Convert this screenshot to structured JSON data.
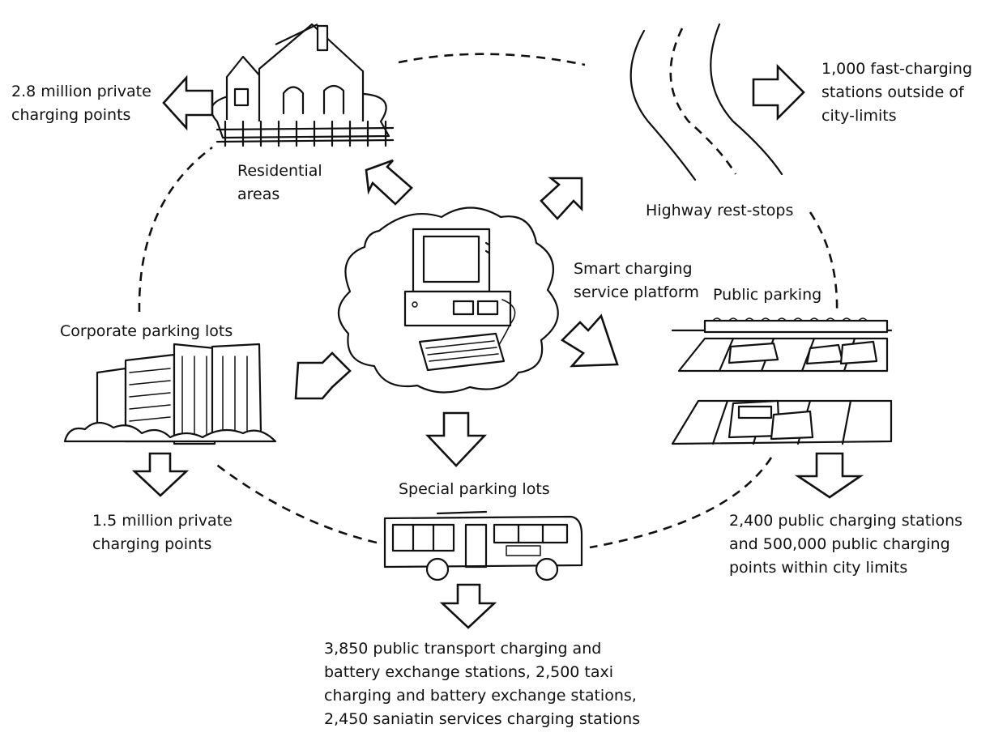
{
  "hub": {
    "label_lines": [
      "Smart charging",
      "service platform"
    ]
  },
  "locations": {
    "residential": {
      "label_lines": [
        "Residential",
        "areas"
      ],
      "stat_lines": [
        "2.8 million private",
        "charging points"
      ]
    },
    "highway": {
      "label_lines": [
        "Highway rest-stops"
      ],
      "stat_lines": [
        "1,000 fast-charging",
        "stations outside of",
        "city-limits"
      ]
    },
    "public_parking": {
      "label_lines": [
        "Public parking"
      ],
      "stat_lines": [
        "2,400 public charging stations",
        "and 500,000 public charging",
        "points within city limits"
      ]
    },
    "special_parking": {
      "label_lines": [
        "Special parking lots"
      ],
      "stat_lines": [
        "3,850 public transport charging and",
        "battery exchange stations, 2,500 taxi",
        "charging and battery exchange stations,",
        "2,450 saniatin services charging stations"
      ]
    },
    "corporate": {
      "label_lines": [
        "Corporate parking lots"
      ],
      "stat_lines": [
        "1.5 million private",
        "charging points"
      ]
    }
  },
  "icons": {
    "hub": "desktop-computer-in-cloud-icon",
    "residential": "house-icon",
    "highway": "road-icon",
    "public_parking": "parking-lot-icon",
    "special_parking": "bus-icon",
    "corporate": "office-building-icon"
  }
}
